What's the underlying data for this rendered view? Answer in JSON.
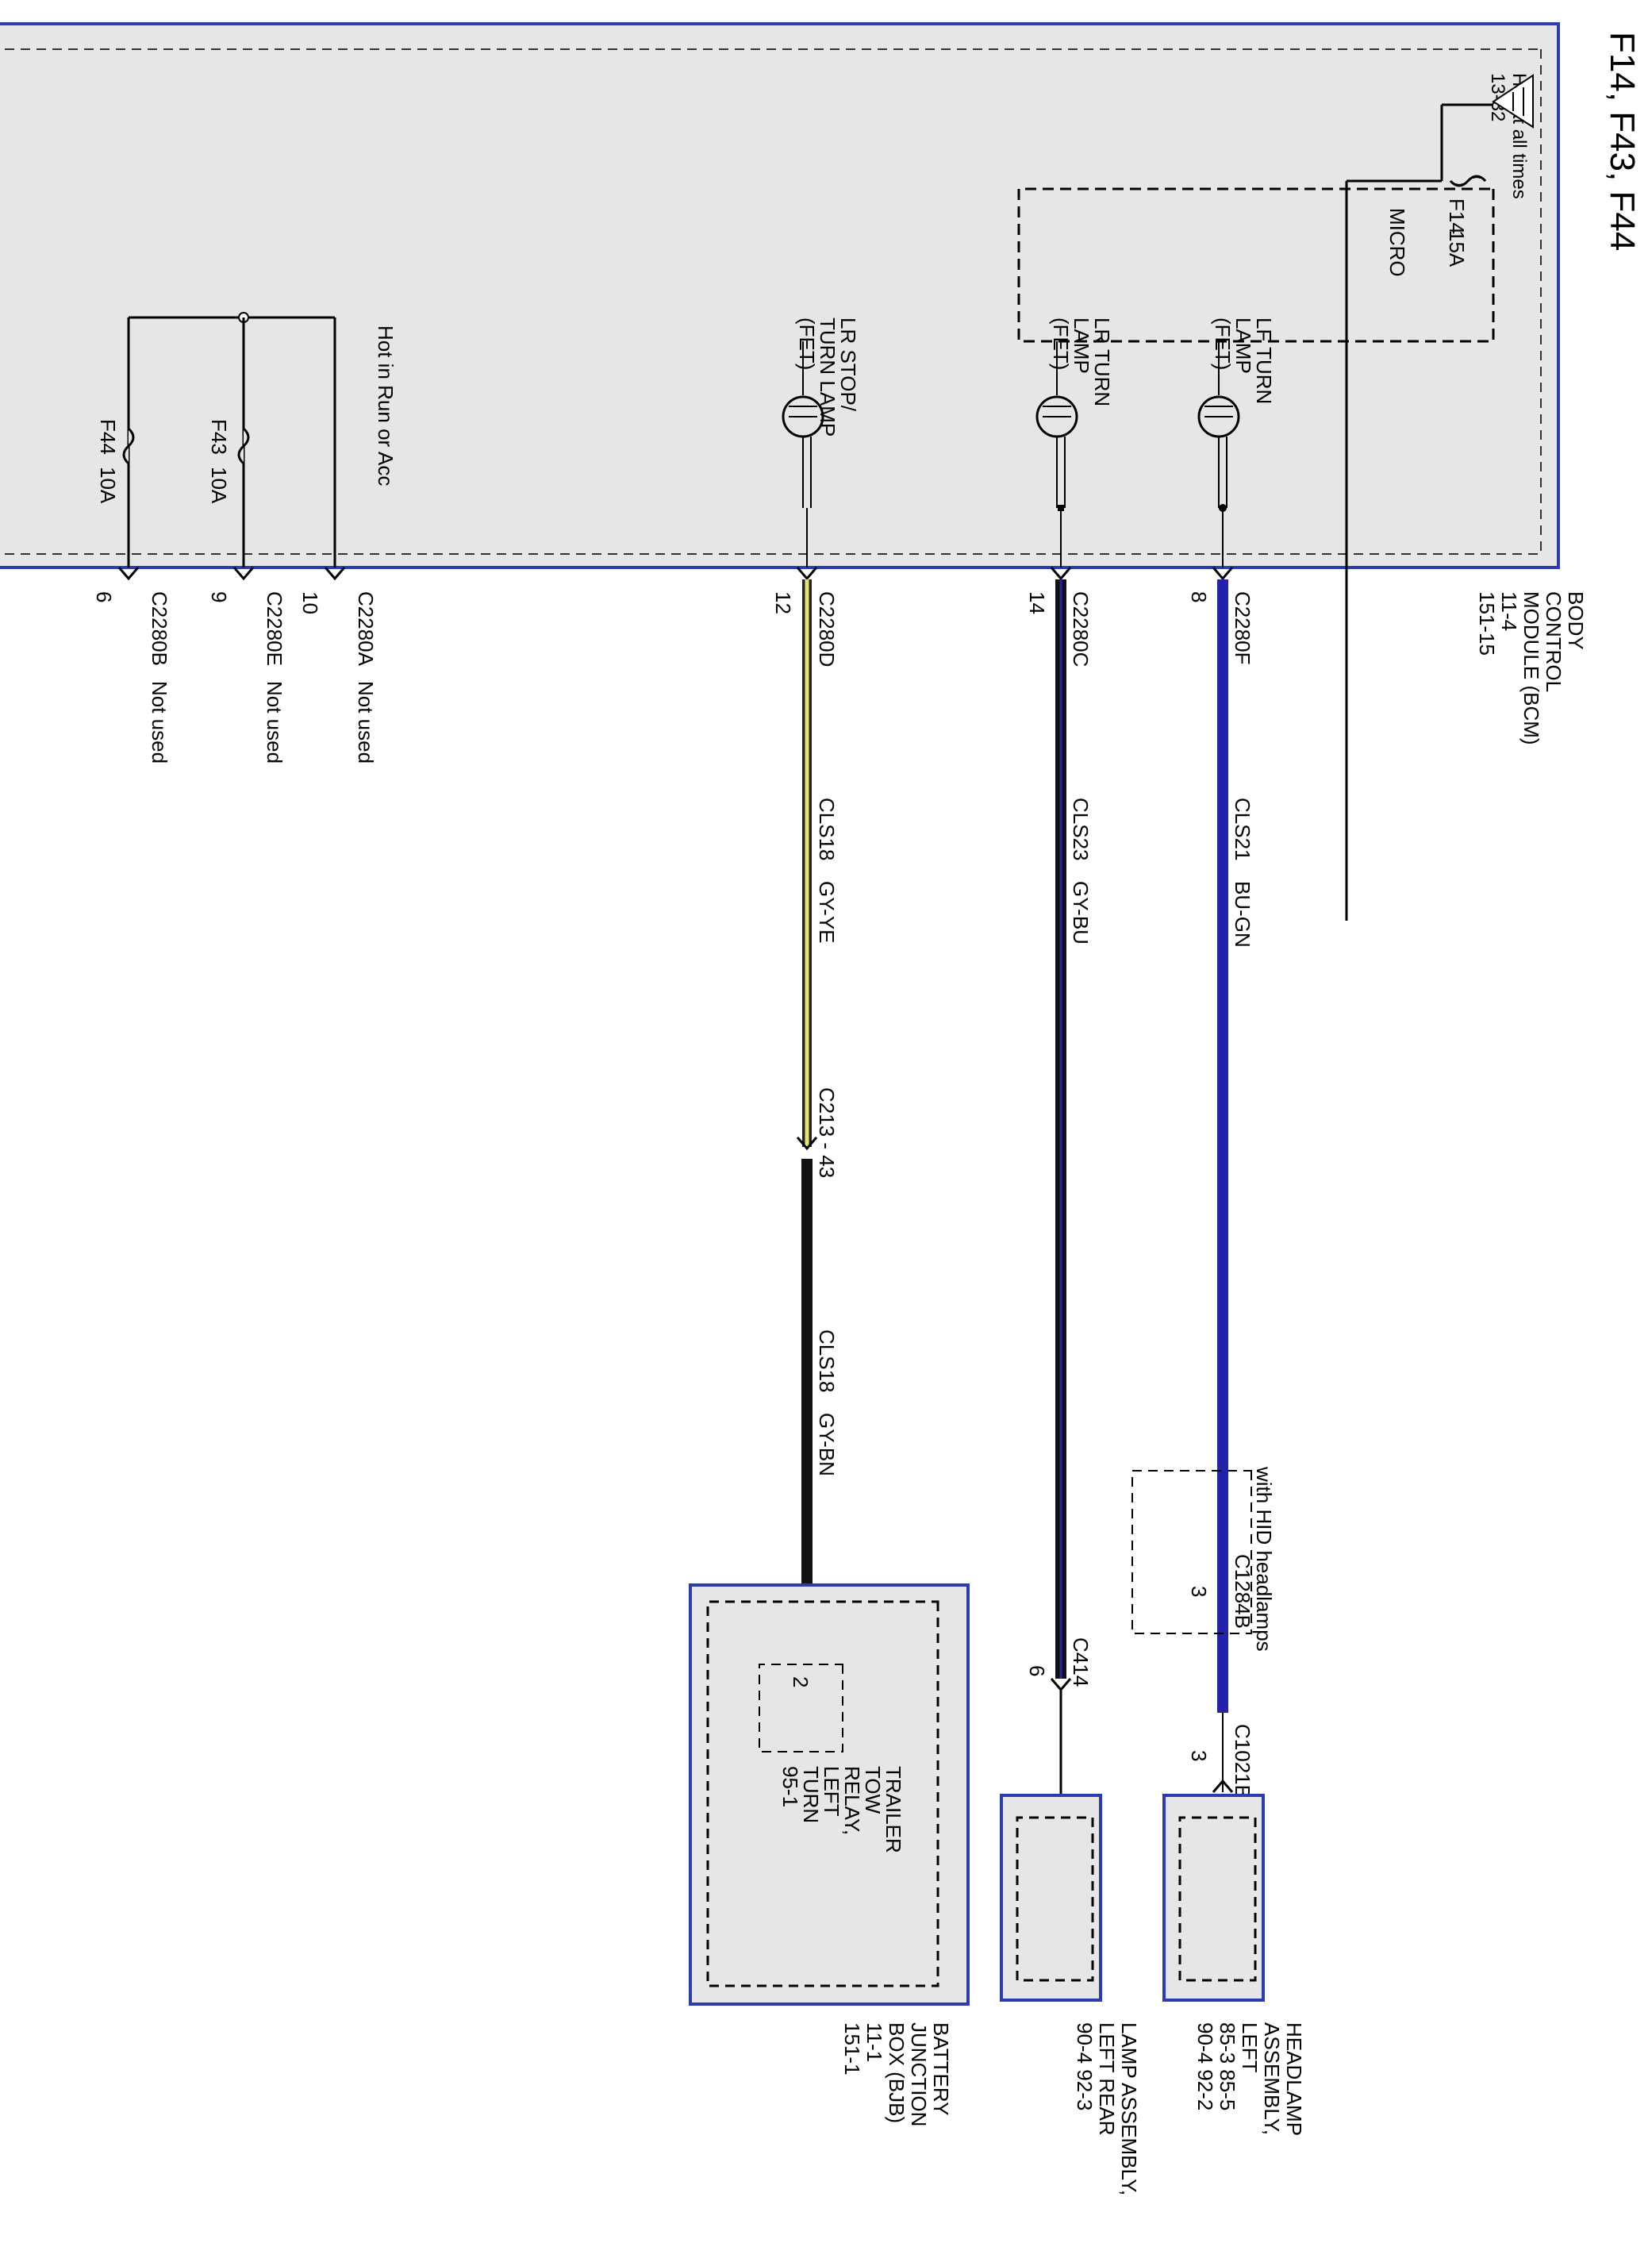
{
  "title": "F14, F43, F44",
  "colors": {
    "module_fill": "#e6e6e6",
    "module_border": "#2b3cae",
    "wire_blue": "#2222aa",
    "wire_black": "#111111",
    "wire_yellow": "#e8e46a"
  },
  "bcm": {
    "lines": [
      "BODY",
      "CONTROL",
      "MODULE (BCM)",
      "11-4",
      "151-15"
    ],
    "hot_at_all_times": "Hot at all times",
    "hot_ref": "13-32",
    "fuse_f14": {
      "id": "F14",
      "rating": "15A"
    },
    "micro": "MICRO",
    "fet_lf": [
      "LF TURN",
      "LAMP",
      "(FET)"
    ],
    "fet_lr": [
      "LR TURN",
      "LAMP",
      "(FET)"
    ],
    "fet_stop": [
      "LR STOP/",
      "TURN LAMP",
      "(FET)"
    ],
    "hot_run_acc": "Hot in Run or Acc",
    "fuse_f43": {
      "id": "F43",
      "rating": "10A"
    },
    "fuse_f44": {
      "id": "F44",
      "rating": "10A"
    }
  },
  "connectors": {
    "c2280f": {
      "name": "C2280F",
      "pin": "8"
    },
    "c2280c": {
      "name": "C2280C",
      "pin": "14"
    },
    "c2280d": {
      "name": "C2280D",
      "pin": "12"
    },
    "c2280a": {
      "name": "C2280A",
      "pin": "10",
      "note": "Not used"
    },
    "c2280e": {
      "name": "C2280E",
      "pin": "9",
      "note": "Not used"
    },
    "c2280b": {
      "name": "C2280B",
      "pin": "6",
      "note": "Not used"
    },
    "c213": {
      "name": "C213 - 43"
    },
    "c1284b": {
      "name": "C1284B",
      "pin": "3",
      "condition": "with HID headlamps"
    },
    "c1021b": {
      "name": "C1021B",
      "pin": "3"
    },
    "c414": {
      "name": "C414",
      "pin": "6"
    }
  },
  "wires": {
    "cls21": {
      "circuit": "CLS21",
      "color": "BU-GN"
    },
    "cls23": {
      "circuit": "CLS23",
      "color": "GY-BU"
    },
    "cls18a": {
      "circuit": "CLS18",
      "color": "GY-YE"
    },
    "cls18b": {
      "circuit": "CLS18",
      "color": "GY-BN"
    }
  },
  "headlamp": {
    "lines": [
      "HEADLAMP",
      "ASSEMBLY,",
      "LEFT",
      "85-3     85-5",
      "90-4     92-2"
    ]
  },
  "lamp_rear": {
    "lines": [
      "LAMP ASSEMBLY,",
      "LEFT REAR",
      "90-4     92-3"
    ]
  },
  "bjb": {
    "lines": [
      "BATTERY",
      "JUNCTION",
      "BOX (BJB)",
      "11-1",
      "151-1"
    ],
    "relay_pin": "2",
    "relay_lines": [
      "TRAILER",
      "TOW",
      "RELAY,",
      "LEFT",
      "TURN",
      "95-1"
    ]
  }
}
